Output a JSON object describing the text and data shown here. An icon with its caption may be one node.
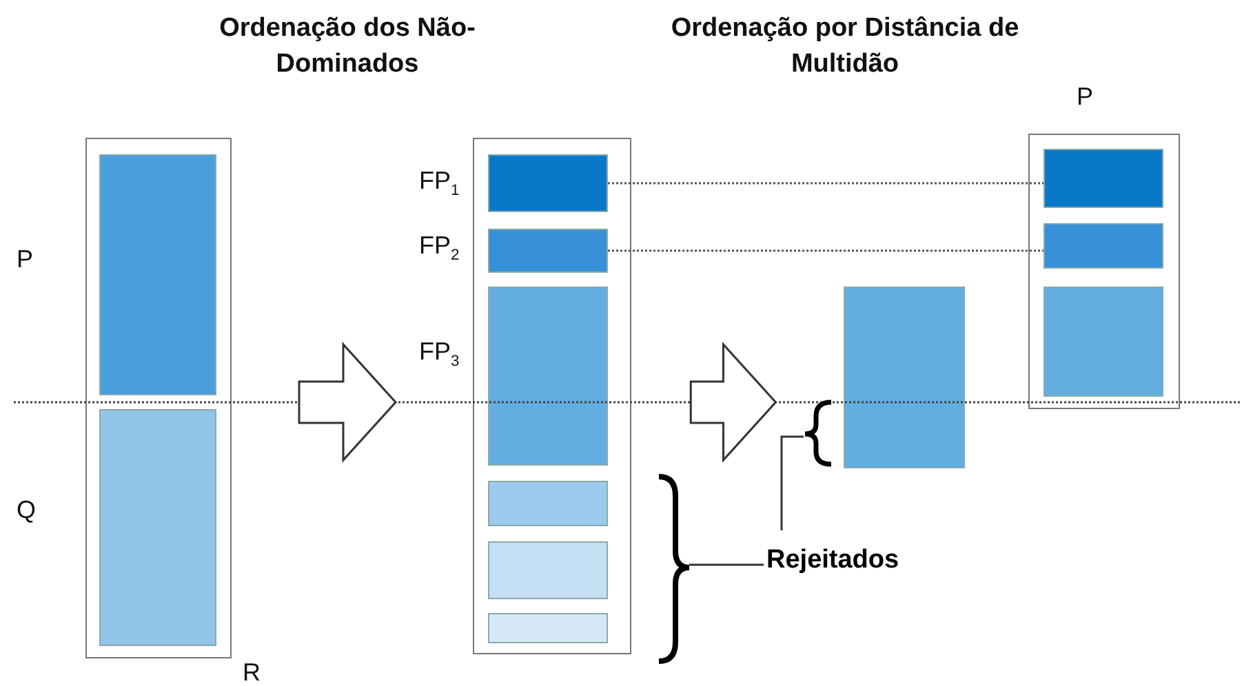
{
  "diagram": {
    "nodes": [
      {
        "text": [],
        "shape": "box",
        "beside": [
          "R"
        ]
      },
      {
        "text": [],
        "shape": "box",
        "in": 0,
        "beside": [
          "P"
        ]
      },
      {
        "text": [],
        "shape": "box",
        "in": 0,
        "beside": [
          "Q"
        ]
      },
      {
        "text": [],
        "shape": "box"
      },
      {
        "text": [],
        "shape": "box",
        "in": 3,
        "beside": [
          "FP$_{1}$"
        ]
      },
      {
        "text": [],
        "shape": "box",
        "in": 3,
        "beside": [
          "FP$_{2}$"
        ]
      },
      {
        "text": [],
        "shape": "box",
        "in": 3,
        "beside": [
          "FP$_{3}$"
        ]
      },
      {
        "text": [],
        "shape": "box",
        "in": 3
      },
      {
        "text": [],
        "shape": "box",
        "in": 3
      },
      {
        "text": [],
        "shape": "box",
        "in": 3
      },
      {
        "text": [],
        "shape": "box"
      },
      {
        "text": [],
        "shape": "box",
        "beside": [
          "P"
        ]
      },
      {
        "text": [],
        "shape": "box",
        "in": 11
      },
      {
        "text": [],
        "shape": "box",
        "in": 11
      },
      {
        "text": [],
        "shape": "box",
        "in": 11
      },
      {
        "text": [
          "Rejeitados"
        ]
      }
    ],
    "edges": [
      {
        "from": 0,
        "to": 3,
        "arrow": "to"
      },
      {
        "from": 3,
        "to": 10,
        "arrow": "to"
      },
      {
        "from": 4,
        "to": 12,
        "arrow": "none",
        "style": "dashed"
      },
      {
        "from": 5,
        "to": 13,
        "arrow": "none",
        "style": "dashed"
      },
      {
        "from": 15,
        "to": 3,
        "arrow": "none"
      },
      {
        "from": 15,
        "to": 10,
        "arrow": "none"
      }
    ],
    "labels": [
      "Ordenação dos Não-Dominados",
      "Ordenação por Distância de Multidão"
    ]
  }
}
